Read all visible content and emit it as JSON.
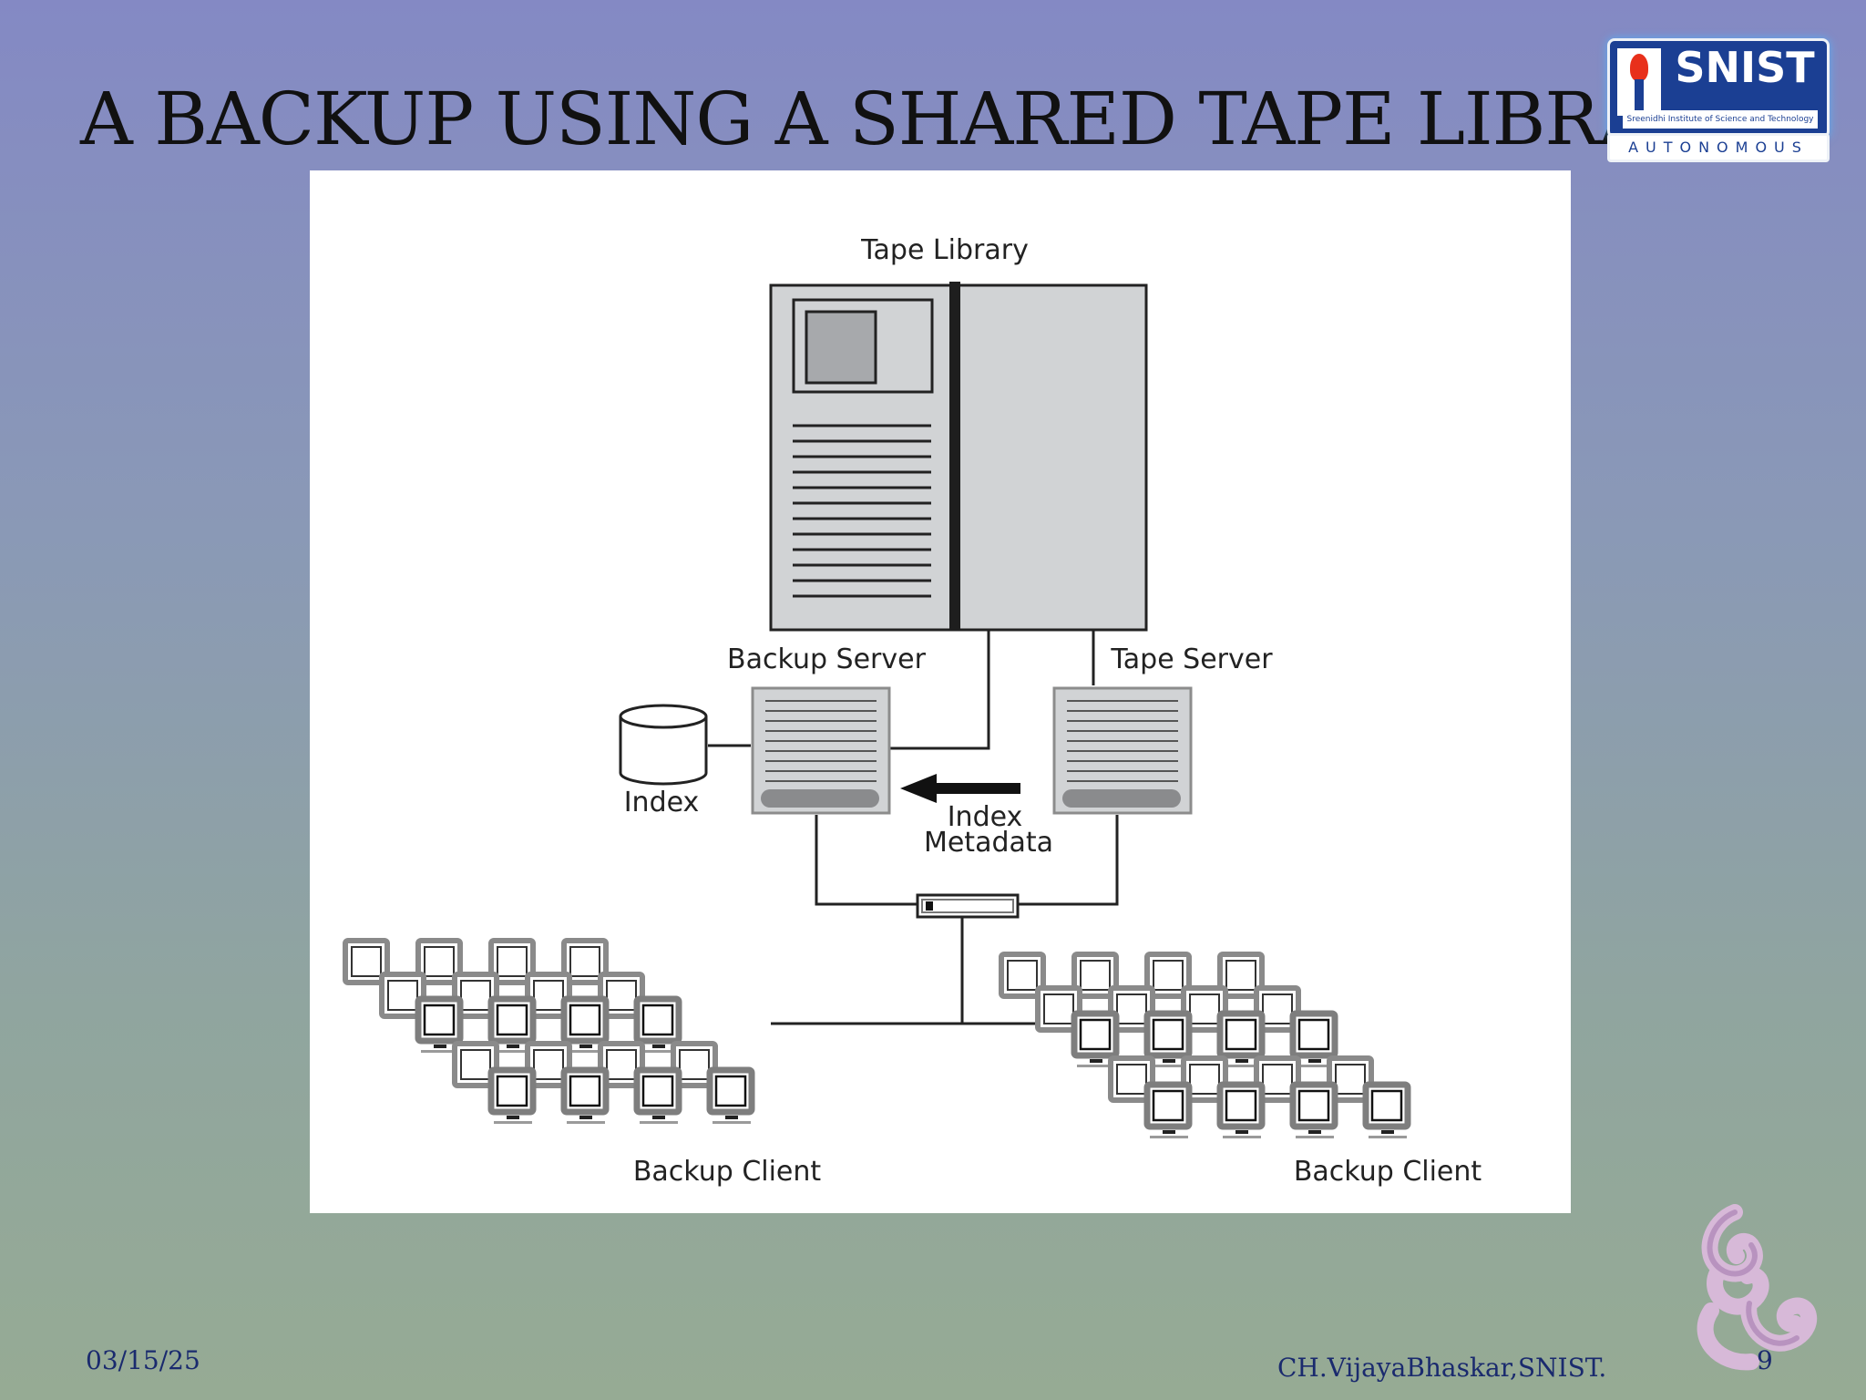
{
  "slide": {
    "title": "A BACKUP USING A SHARED TAPE LIBRARY.",
    "date": "03/15/25",
    "author": "CH.VijayaBhaskar,SNIST.",
    "page_number": "9"
  },
  "logo": {
    "name": "SNIST",
    "tagline": "Sreenidhi Institute of Science and Technology",
    "subtitle": "AUTONOMOUS"
  },
  "diagram": {
    "tape_library_label": "Tape Library",
    "backup_server_label": "Backup Server",
    "tape_server_label": "Tape Server",
    "index_label": "Index",
    "index_metadata_line1": "Index",
    "index_metadata_line2": "Metadata",
    "backup_client_left_label": "Backup Client",
    "backup_client_right_label": "Backup Client"
  },
  "colors": {
    "background_top": "#8489c4",
    "background_bottom": "#96ab94",
    "title_text": "#111111",
    "footer_text": "#1a2a6e",
    "logo_blue": "#1b3f93"
  }
}
